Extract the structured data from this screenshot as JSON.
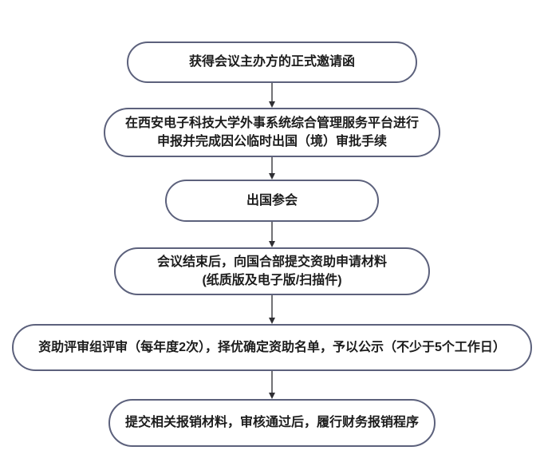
{
  "flowchart": {
    "description": "vertical-process-flowchart",
    "colors": {
      "background": "#ffffff",
      "node_border": "#5c617c",
      "node_fill": "#ffffff",
      "text": "#1c1c1c",
      "arrow": "#35353a"
    },
    "nodes": [
      {
        "line1": "获得会议主办方的正式邀请函"
      },
      {
        "line1": "在西安电子科技大学外事系统综合管理服务平台进行",
        "line2": "申报并完成因公临时出国（境）审批手续"
      },
      {
        "line1": "出国参会"
      },
      {
        "line1": "会议结束后，向国合部提交资助申请材料",
        "line2": "(纸质版及电子版/扫描件)"
      },
      {
        "line1": "资助评审组评审（每年度2次），择优确定资助名单，予以公示（不少于5个工作日）"
      },
      {
        "line1": "提交相关报销材料，审核通过后，履行财务报销程序"
      }
    ]
  }
}
